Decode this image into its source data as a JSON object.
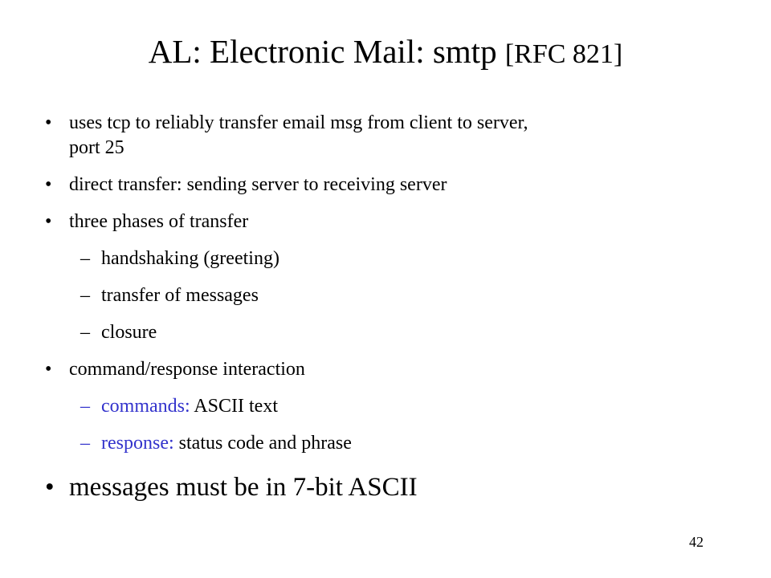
{
  "slide": {
    "title_main": "AL: Electronic Mail: smtp ",
    "title_ref": "[RFC 821]",
    "bullet_symbol": "•",
    "dash_symbol": "–",
    "bullets": {
      "b1_line1": "uses tcp to reliably transfer email msg from client to server,",
      "b1_line2": "port 25",
      "b2": "direct transfer: sending server to receiving server",
      "b3": "three phases of transfer",
      "b3_sub1": "handshaking (greeting)",
      "b3_sub2": "transfer of messages",
      "b3_sub3": "closure",
      "b4": "command/response interaction",
      "b4_sub1_label": "commands:",
      "b4_sub1_text": " ASCII text",
      "b4_sub2_label": "response:",
      "b4_sub2_text": " status code and phrase",
      "b5": "messages must be in 7-bit ASCII"
    },
    "page_number": "42",
    "colors": {
      "text": "#000000",
      "highlight": "#3333cc",
      "background": "#ffffff"
    }
  }
}
